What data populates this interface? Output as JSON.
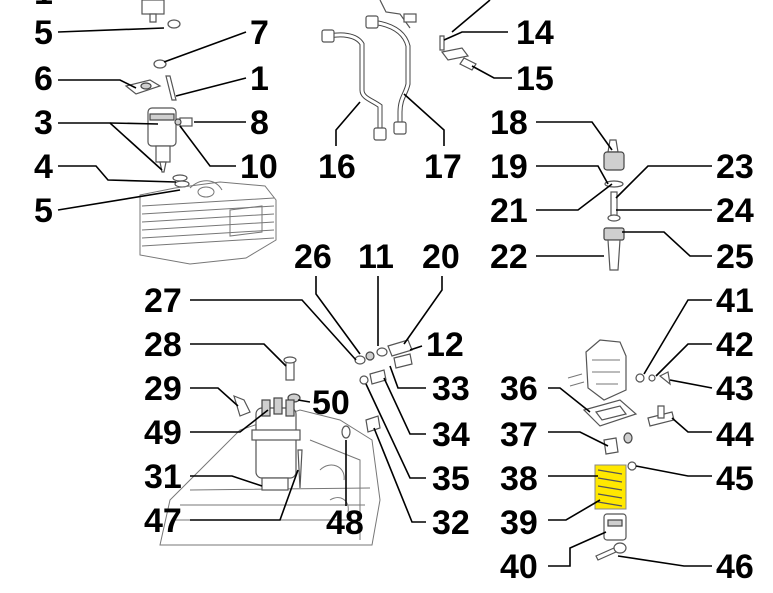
{
  "labels": {
    "n1": "1",
    "n3": "3",
    "n4": "4",
    "n5a": "5",
    "n5b": "5",
    "n6": "6",
    "n7": "7",
    "n8": "8",
    "n10": "10",
    "n11": "11",
    "n12": "12",
    "n14": "14",
    "n15": "15",
    "n16": "16",
    "n17": "17",
    "n18": "18",
    "n19": "19",
    "n20": "20",
    "n21": "21",
    "n22": "22",
    "n23": "23",
    "n24": "24",
    "n25": "25",
    "n26": "26",
    "n27": "27",
    "n28": "28",
    "n29": "29",
    "n31": "31",
    "n32": "32",
    "n33": "33",
    "n34": "34",
    "n35": "35",
    "n36": "36",
    "n37": "37",
    "n38": "38",
    "n39": "39",
    "n40": "40",
    "n41": "41",
    "n42": "42",
    "n43": "43",
    "n44": "44",
    "n45": "45",
    "n46": "46",
    "n47": "47",
    "n48": "48",
    "n49": "49",
    "n50": "50"
  },
  "highlight": {
    "part": "38",
    "color": "#ffe800"
  }
}
